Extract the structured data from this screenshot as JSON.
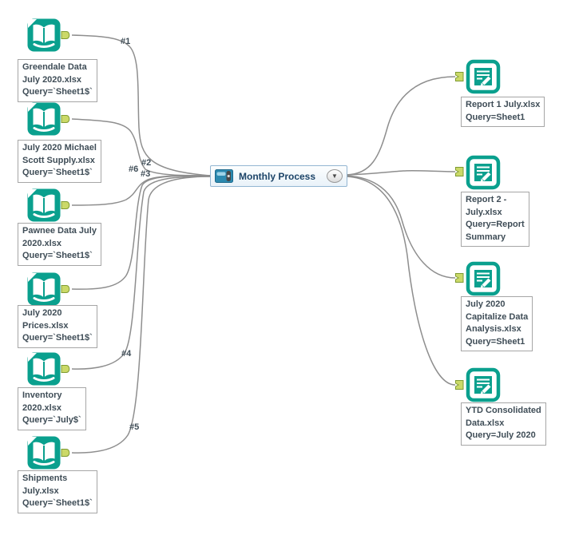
{
  "workflow": {
    "macro": {
      "label": "Monthly Process",
      "dropdown_glyph": "▼"
    },
    "inputs": [
      {
        "tool": "input-data",
        "annotation_lines": [
          "Greendale Data",
          "July 2020.xlsx",
          "Query=`Sheet1$`"
        ]
      },
      {
        "tool": "input-data",
        "annotation_lines": [
          "July 2020 Michael",
          "Scott Supply.xlsx",
          "Query=`Sheet1$`"
        ]
      },
      {
        "tool": "input-data",
        "annotation_lines": [
          "Pawnee Data July",
          "2020.xlsx",
          "Query=`Sheet1$`"
        ]
      },
      {
        "tool": "input-data",
        "annotation_lines": [
          "July 2020",
          "Prices.xlsx",
          "Query=`Sheet1$`"
        ]
      },
      {
        "tool": "input-data",
        "annotation_lines": [
          "Inventory",
          "2020.xlsx",
          "Query=`July$`"
        ]
      },
      {
        "tool": "input-data",
        "annotation_lines": [
          "Shipments",
          "July.xlsx",
          "Query=`Sheet1$`"
        ]
      }
    ],
    "outputs": [
      {
        "tool": "output-data",
        "annotation_lines": [
          "Report 1 July.xlsx",
          "Query=Sheet1"
        ]
      },
      {
        "tool": "output-data",
        "annotation_lines": [
          "Report 2 -",
          "July.xlsx",
          "Query=Report",
          "Summary"
        ]
      },
      {
        "tool": "output-data",
        "annotation_lines": [
          "July 2020",
          "Capitalize Data",
          "Analysis.xlsx",
          "Query=Sheet1"
        ]
      },
      {
        "tool": "output-data",
        "annotation_lines": [
          "YTD Consolidated",
          "Data.xlsx",
          "Query=July 2020"
        ]
      }
    ],
    "connection_labels": [
      {
        "text": "#1"
      },
      {
        "text": "#2"
      },
      {
        "text": "#6"
      },
      {
        "text": "#3"
      },
      {
        "text": "#4"
      },
      {
        "text": "#5"
      }
    ]
  },
  "icons": {
    "input_tool": "book-icon",
    "output_tool": "report-pencil-icon",
    "macro": "macro-slider-icon",
    "dropdown": "chevron-down-icon"
  },
  "colors": {
    "tool_teal": "#0aa08e",
    "anchor_fill": "#cbd968",
    "anchor_border": "#7f9b33",
    "wire_gray": "#8e8e8e",
    "annotation_text": "#3f4d57",
    "annotation_border": "#a6a6a6",
    "macro_border": "#93b6d2",
    "macro_text": "#1c4468"
  }
}
